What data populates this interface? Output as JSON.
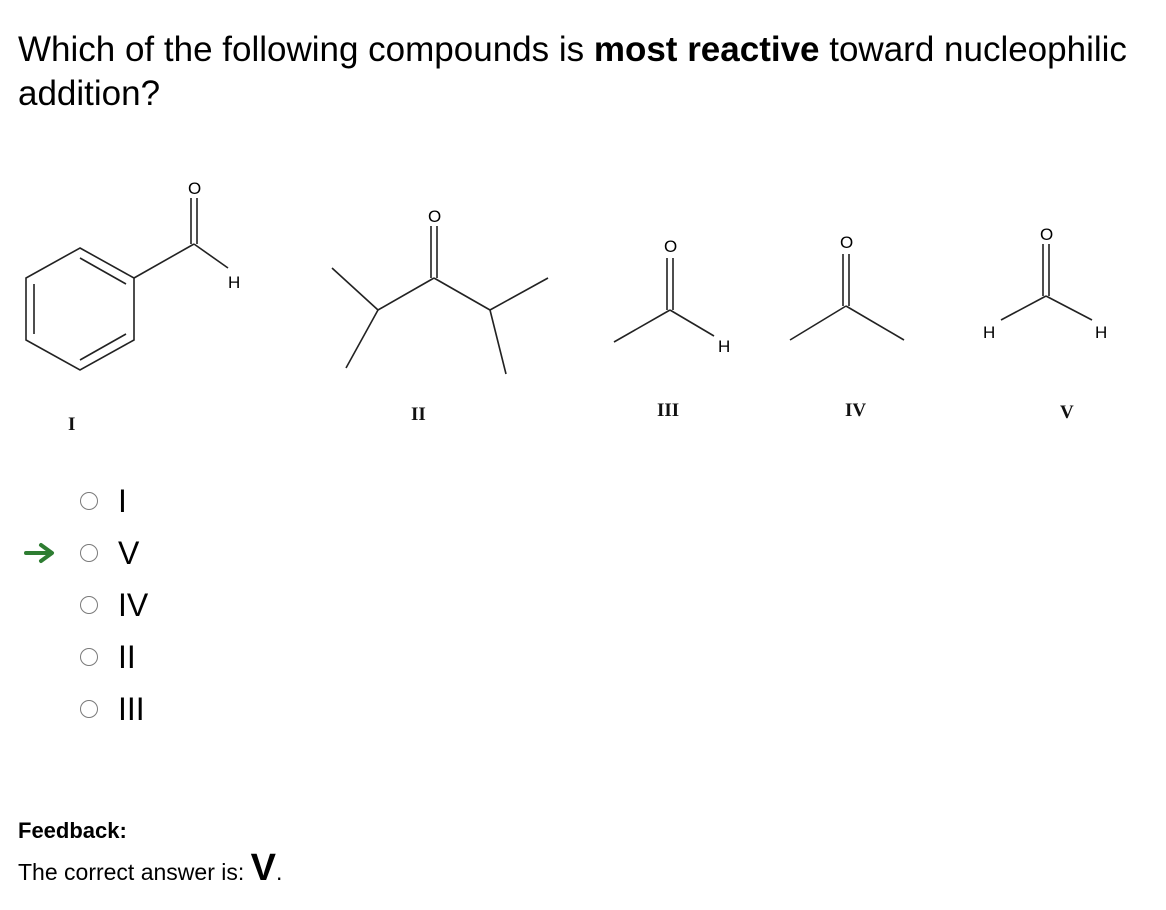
{
  "question": {
    "prefix": "Which of the following compounds is ",
    "emphasis": "most reactive",
    "suffix": " toward nucleophilic addition?"
  },
  "structures": {
    "atom_oxygen": "O",
    "atom_hydrogen": "H",
    "labels": [
      "I",
      "II",
      "III",
      "IV",
      "V"
    ]
  },
  "options": [
    {
      "label": "I",
      "selected": false
    },
    {
      "label": "V",
      "selected": false,
      "indicated": true
    },
    {
      "label": "IV",
      "selected": false
    },
    {
      "label": "II",
      "selected": false
    },
    {
      "label": "III",
      "selected": false
    }
  ],
  "feedback": {
    "title": "Feedback:",
    "text": "The correct answer is: ",
    "answer": "V",
    "period": "."
  },
  "colors": {
    "arrow": "#2e7d32"
  },
  "icons": {
    "indicator": "right-arrow-icon"
  }
}
